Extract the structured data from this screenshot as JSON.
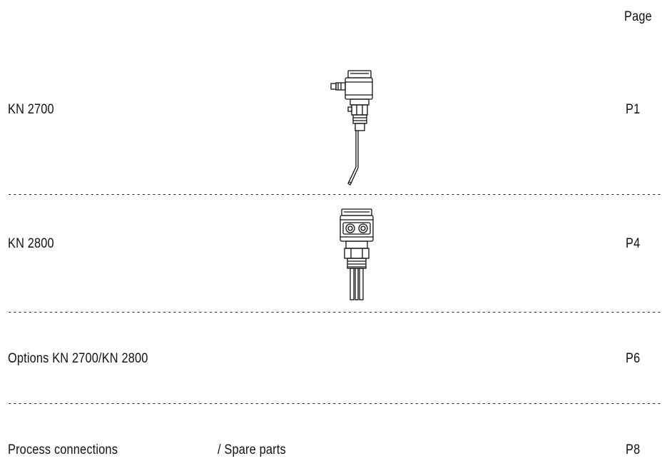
{
  "header": {
    "page_label": "Page"
  },
  "entries": [
    {
      "title": "KN 2700",
      "page": "P1",
      "icon": "kn2700-sensor-drawing"
    },
    {
      "title": "KN 2800",
      "page": "P4",
      "icon": "kn2800-sensor-drawing"
    },
    {
      "title": "Options KN 2700/KN 2800",
      "page": "P6"
    },
    {
      "title": "Process connections",
      "subtitle": "/ Spare parts",
      "page": "P8"
    }
  ]
}
